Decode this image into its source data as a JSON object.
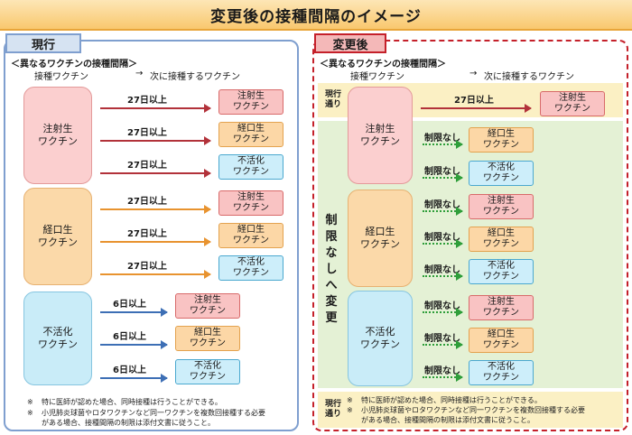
{
  "title": "変更後の接種間隔のイメージ",
  "left": {
    "tab": "現行",
    "subtitle": "＜異なるワクチンの接種間隔＞",
    "col_from": "接種ワクチン",
    "col_arrow": "→",
    "col_to": "次に接種するワクチン",
    "sources": [
      {
        "label1": "注射生",
        "label2": "ワクチン"
      },
      {
        "label1": "経口生",
        "label2": "ワクチン"
      },
      {
        "label1": "不活化",
        "label2": "ワクチン"
      }
    ],
    "rows": [
      {
        "gap": "27日以上",
        "t1": "注射生",
        "t2": "ワクチン"
      },
      {
        "gap": "27日以上",
        "t1": "経口生",
        "t2": "ワクチン"
      },
      {
        "gap": "27日以上",
        "t1": "不活化",
        "t2": "ワクチン"
      },
      {
        "gap": "27日以上",
        "t1": "注射生",
        "t2": "ワクチン"
      },
      {
        "gap": "27日以上",
        "t1": "経口生",
        "t2": "ワクチン"
      },
      {
        "gap": "27日以上",
        "t1": "不活化",
        "t2": "ワクチン"
      },
      {
        "gap": "6日以上",
        "t1": "注射生",
        "t2": "ワクチン"
      },
      {
        "gap": "6日以上",
        "t1": "経口生",
        "t2": "ワクチン"
      },
      {
        "gap": "6日以上",
        "t1": "不活化",
        "t2": "ワクチン"
      }
    ],
    "notes": [
      {
        "mark": "※",
        "text": "特に医師が認めた場合、同時接種は行うことができる。"
      },
      {
        "mark": "※",
        "text": "小児肺炎球菌やロタワクチンなど同一ワクチンを複数回接種する必要"
      },
      {
        "mark": "",
        "text": "がある場合、接種間隔の制限は添付文書に従うこと。"
      }
    ]
  },
  "right": {
    "tab": "変更後",
    "subtitle": "＜異なるワクチンの接種間隔＞",
    "col_from": "接種ワクチン",
    "col_arrow": "→",
    "col_to": "次に接種するワクチン",
    "current_label1": "現行",
    "current_label2": "通り",
    "vertical_text": [
      "制",
      "限",
      "な",
      "し",
      "へ",
      "変",
      "更"
    ],
    "top_row": {
      "gap": "27日以上",
      "t1": "注射生",
      "t2": "ワクチン"
    },
    "sources": [
      {
        "label1": "注射生",
        "label2": "ワクチン"
      },
      {
        "label1": "経口生",
        "label2": "ワクチン"
      },
      {
        "label1": "不活化",
        "label2": "ワクチン"
      }
    ],
    "rows": [
      {
        "gap": "制限なし",
        "t1": "経口生",
        "t2": "ワクチン"
      },
      {
        "gap": "制限なし",
        "t1": "不活化",
        "t2": "ワクチン"
      },
      {
        "gap": "制限なし",
        "t1": "注射生",
        "t2": "ワクチン"
      },
      {
        "gap": "制限なし",
        "t1": "経口生",
        "t2": "ワクチン"
      },
      {
        "gap": "制限なし",
        "t1": "不活化",
        "t2": "ワクチン"
      },
      {
        "gap": "制限なし",
        "t1": "注射生",
        "t2": "ワクチン"
      },
      {
        "gap": "制限なし",
        "t1": "経口生",
        "t2": "ワクチン"
      },
      {
        "gap": "制限なし",
        "t1": "不活化",
        "t2": "ワクチン"
      }
    ],
    "notes": [
      {
        "mark": "※",
        "text": "特に医師が認めた場合、同時接種は行うことができる。"
      },
      {
        "mark": "※",
        "text": "小児肺炎球菌やロタワクチンなど同一ワクチンを複数回接種する必要"
      },
      {
        "mark": "",
        "text": "がある場合、接種間隔の制限は添付文書に従うこと。"
      }
    ]
  },
  "colors": {
    "title_bg": "#f9c86e",
    "current_border": "#7f9fcf",
    "changed_border": "#c4202a",
    "injected_live": "#fbcfcf",
    "oral_live": "#fbd9a9",
    "inactivated": "#c9ecf8",
    "no_limit_arrow": "#2f9e3a"
  }
}
